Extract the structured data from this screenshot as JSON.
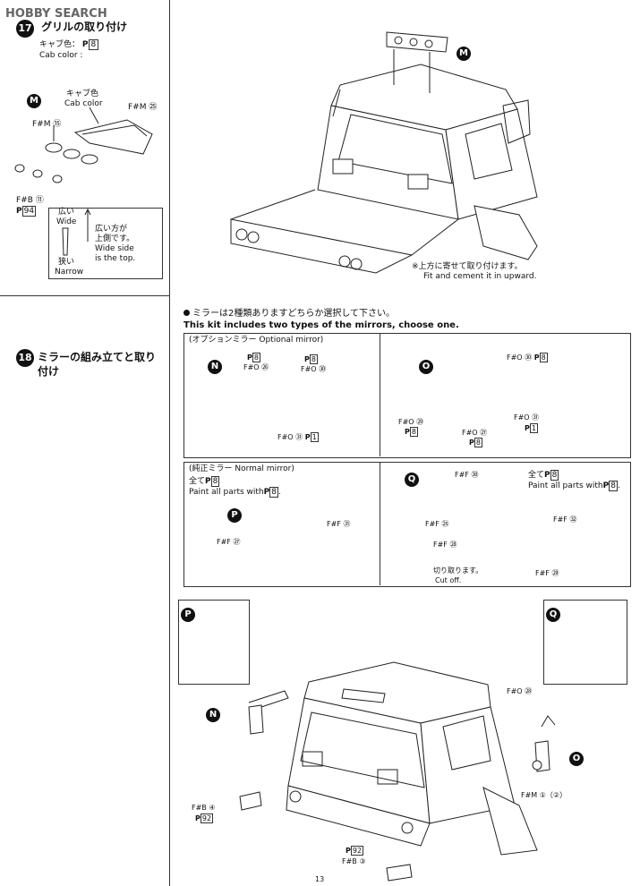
{
  "watermark": "HOBBY SEARCH",
  "step17": {
    "number": "17",
    "title": "グリルの取り付け",
    "cab_color_jp": "キャブ色：",
    "cab_color_code": "8",
    "cab_color_en": "Cab color :",
    "part_letter": "M",
    "cab_color_label_jp": "キャブ色",
    "cab_color_label_en": "Cab color",
    "part_fm25": "F#M ㉕",
    "part_fm15": "F#M ⑮",
    "part_fb11": "F#B ⑪",
    "paint_code_94": "94",
    "wide_jp": "広い",
    "wide_en": "Wide",
    "narrow_jp": "狭い",
    "narrow_en": "Narrow",
    "note_jp1": "広い方が",
    "note_jp2": "上側です。",
    "note_en1": "Wide side",
    "note_en2": "is the top.",
    "cement_note_jp": "※上方に寄せて取り付けます。",
    "cement_note_en": "Fit and cement it in upward."
  },
  "step18": {
    "number": "18",
    "title_line1": "ミラーの組み立てと取り",
    "title_line2": "付け"
  },
  "mirror_note": {
    "jp": "ミラーは2種類ありますどちらか選択して下さい。",
    "en": "This kit includes two types of the mirrors, choose one."
  },
  "optional_mirror": {
    "heading": "(オプションミラー Optional mirror)",
    "n": {
      "letter": "N",
      "code_8": "8",
      "fo26": "F#O ㉖",
      "code_8b": "8",
      "fo30": "F#O ㉚",
      "fo31": "F#O ㉛",
      "code_1": "1"
    },
    "o": {
      "letter": "O",
      "fo30": "F#O ㉚",
      "code_8": "8",
      "fo29": "F#O ㉙",
      "code_8b": "8",
      "fo27": "F#O ㉗",
      "code_8c": "8",
      "fo31": "F#O ㉛",
      "code_1": "1"
    }
  },
  "normal_mirror": {
    "heading": "(純正ミラー Normal mirror)",
    "p": {
      "all_parts_jp": "全て",
      "code_8": "8",
      "paint_all_en": "Paint all parts with",
      "letter": "P",
      "ff31": "F#F ㉛",
      "ff27": "F#F ㉗"
    },
    "q": {
      "letter": "Q",
      "ff30": "F#F ㉚",
      "all_parts_jp": "全て",
      "code_8": "8",
      "paint_all_en": "Paint all parts with",
      "ff25": "F#F ㉕",
      "ff32": "F#F ㉜",
      "ff28": "F#F ㉘",
      "cut_jp": "切り取ります。",
      "cut_en": "Cut off.",
      "ff29": "F#F ㉙"
    }
  },
  "bottom": {
    "p_letter": "P",
    "q_letter": "Q",
    "n_letter": "N",
    "o_letter": "O",
    "fo28": "F#O ㉘",
    "fm1": "F#M ①（②）",
    "fb4": "F#B ④",
    "code_92a": "92",
    "code_92b": "92",
    "fb3": "F#B ③"
  },
  "paint_prefix": "P",
  "page_number": "13"
}
